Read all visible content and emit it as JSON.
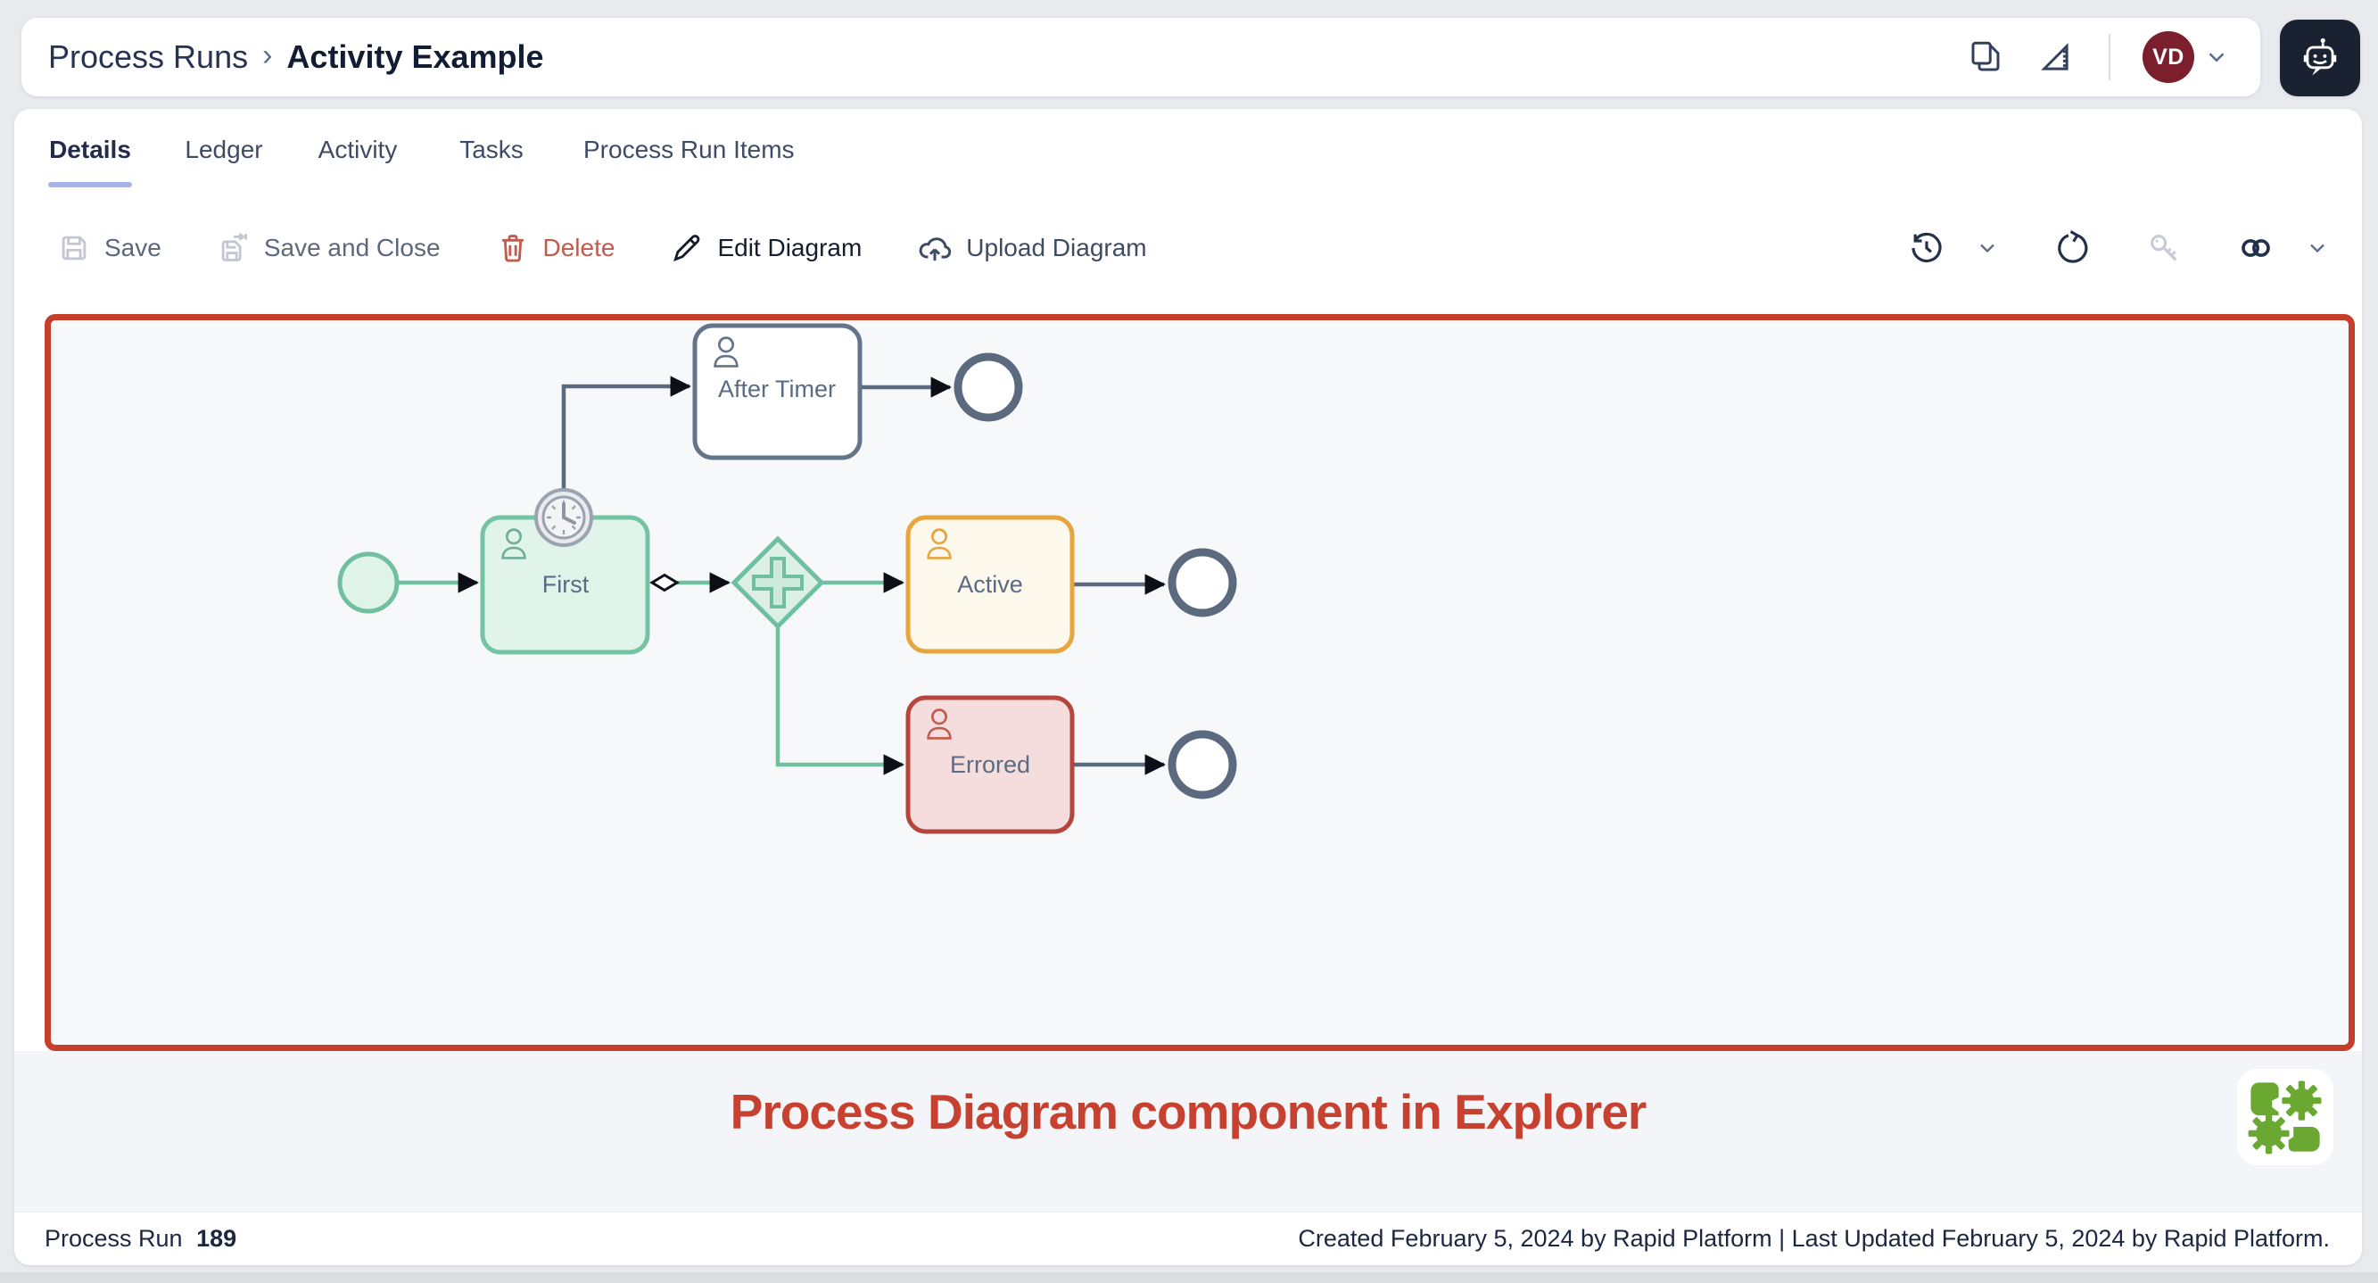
{
  "header": {
    "breadcrumb": {
      "parent": "Process Runs",
      "separator": "›",
      "current": "Activity Example"
    },
    "avatar_initials": "VD"
  },
  "tabs": [
    {
      "label": "Details",
      "active": true
    },
    {
      "label": "Ledger",
      "active": false
    },
    {
      "label": "Activity",
      "active": false
    },
    {
      "label": "Tasks",
      "active": false
    },
    {
      "label": "Process Run Items",
      "active": false
    }
  ],
  "toolbar": {
    "save_label": "Save",
    "save_and_close_label": "Save and Close",
    "delete_label": "Delete",
    "edit_diagram_label": "Edit Diagram",
    "upload_diagram_label": "Upload Diagram"
  },
  "diagram": {
    "nodes": [
      {
        "id": "start-event",
        "type": "start-event",
        "label": ""
      },
      {
        "id": "task-first",
        "type": "user-task",
        "label": "First",
        "state": "completed"
      },
      {
        "id": "task-after-timer",
        "type": "user-task",
        "label": "After Timer",
        "state": "pending"
      },
      {
        "id": "task-active",
        "type": "user-task",
        "label": "Active",
        "state": "active"
      },
      {
        "id": "task-errored",
        "type": "user-task",
        "label": "Errored",
        "state": "errored"
      }
    ],
    "colors": {
      "completed_fill": "#e1f4ea",
      "completed_border": "#74c4a4",
      "pending_fill": "#ffffff",
      "pending_border": "#64748b",
      "active_fill": "#fdf8ec",
      "active_border": "#e8a43d",
      "errored_fill": "#f6dddd",
      "errored_border": "#b6463c",
      "edge_green": "#6fbfa0",
      "edge_slate": "#5b6a7e",
      "container_border": "#c4402c"
    }
  },
  "caption": {
    "text": "Process Diagram component in Explorer",
    "color": "#c74130"
  },
  "footer": {
    "record_label": "Process Run",
    "record_id": "189",
    "meta": "Created February 5, 2024 by Rapid Platform | Last Updated February 5, 2024 by Rapid Platform."
  }
}
